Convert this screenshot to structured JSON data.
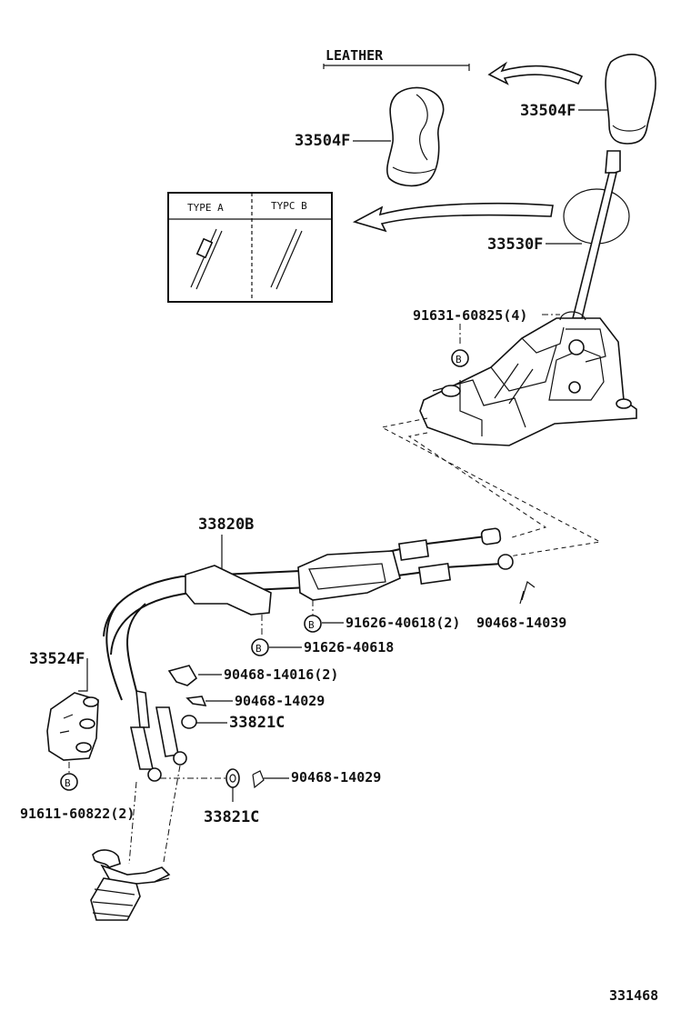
{
  "labels": {
    "leather": "LEATHER",
    "knob_top": "33504F",
    "knob_leather": "33504F",
    "type_a": "TYPE A",
    "type_b": "TYPC B",
    "lever": "33530F",
    "bolt_top": "91631-60825(4)",
    "cable": "33820B",
    "bolt_b1": "91626-40618(2)",
    "clip_right": "90468-14039",
    "bolt_b2": "91626-40618",
    "bracket": "33524F",
    "clip_a": "90468-14016(2)",
    "clip_b": "90468-14029",
    "washer_a": "33821C",
    "clip_c": "90468-14029",
    "washer_b": "33821C",
    "bolt_bracket": "91611-60822(2)",
    "b_marker": "B",
    "diagram_id": "331468"
  }
}
